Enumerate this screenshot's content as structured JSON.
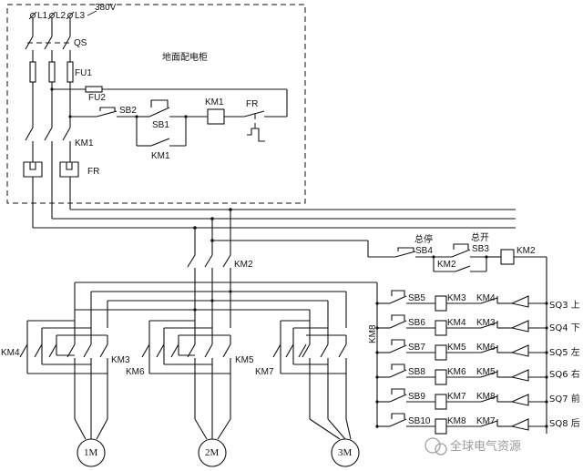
{
  "cabinet": {
    "title": "地面配电柜",
    "voltage": "380V",
    "phases": [
      "L1",
      "L2",
      "L3"
    ],
    "labels": {
      "qs": "QS",
      "fu1": "FU1",
      "fu2": "FU2",
      "sb2": "SB2",
      "sb1": "SB1",
      "km1_coil": "KM1",
      "km1_aux": "KM1",
      "km1_main": "KM1",
      "fr_contact": "FR",
      "fr_relay": "FR"
    }
  },
  "bus": {
    "km2_main": "KM2",
    "stop_all": "总停",
    "start_all": "总开",
    "sb4": "SB4",
    "sb3": "SB3",
    "km2_aux": "KM2",
    "km2_coil": "KM2"
  },
  "motors": [
    {
      "name": "1M",
      "left": "KM4",
      "right": "KM3"
    },
    {
      "name": "2M",
      "left": "KM6",
      "right": "KM5"
    },
    {
      "name": "3M",
      "left": "KM7",
      "right": "KM8"
    }
  ],
  "control_rows": [
    {
      "button": "SB5",
      "coil": "KM3",
      "interlock": "KM4",
      "limit": "SQ3 上"
    },
    {
      "button": "SB6",
      "coil": "KM4",
      "interlock": "KM3",
      "limit": "SQ4 下"
    },
    {
      "button": "SB7",
      "coil": "KM5",
      "interlock": "KM6",
      "limit": "SQ5 左"
    },
    {
      "button": "SB8",
      "coil": "KM6",
      "interlock": "KM5",
      "limit": "SQ6 右"
    },
    {
      "button": "SB9",
      "coil": "KM7",
      "interlock": "KM8",
      "limit": "SQ7 前"
    },
    {
      "button": "SB10",
      "coil": "KM8",
      "interlock": "KM7",
      "limit": "SQ8 后"
    }
  ],
  "watermark": "全球电气资源"
}
